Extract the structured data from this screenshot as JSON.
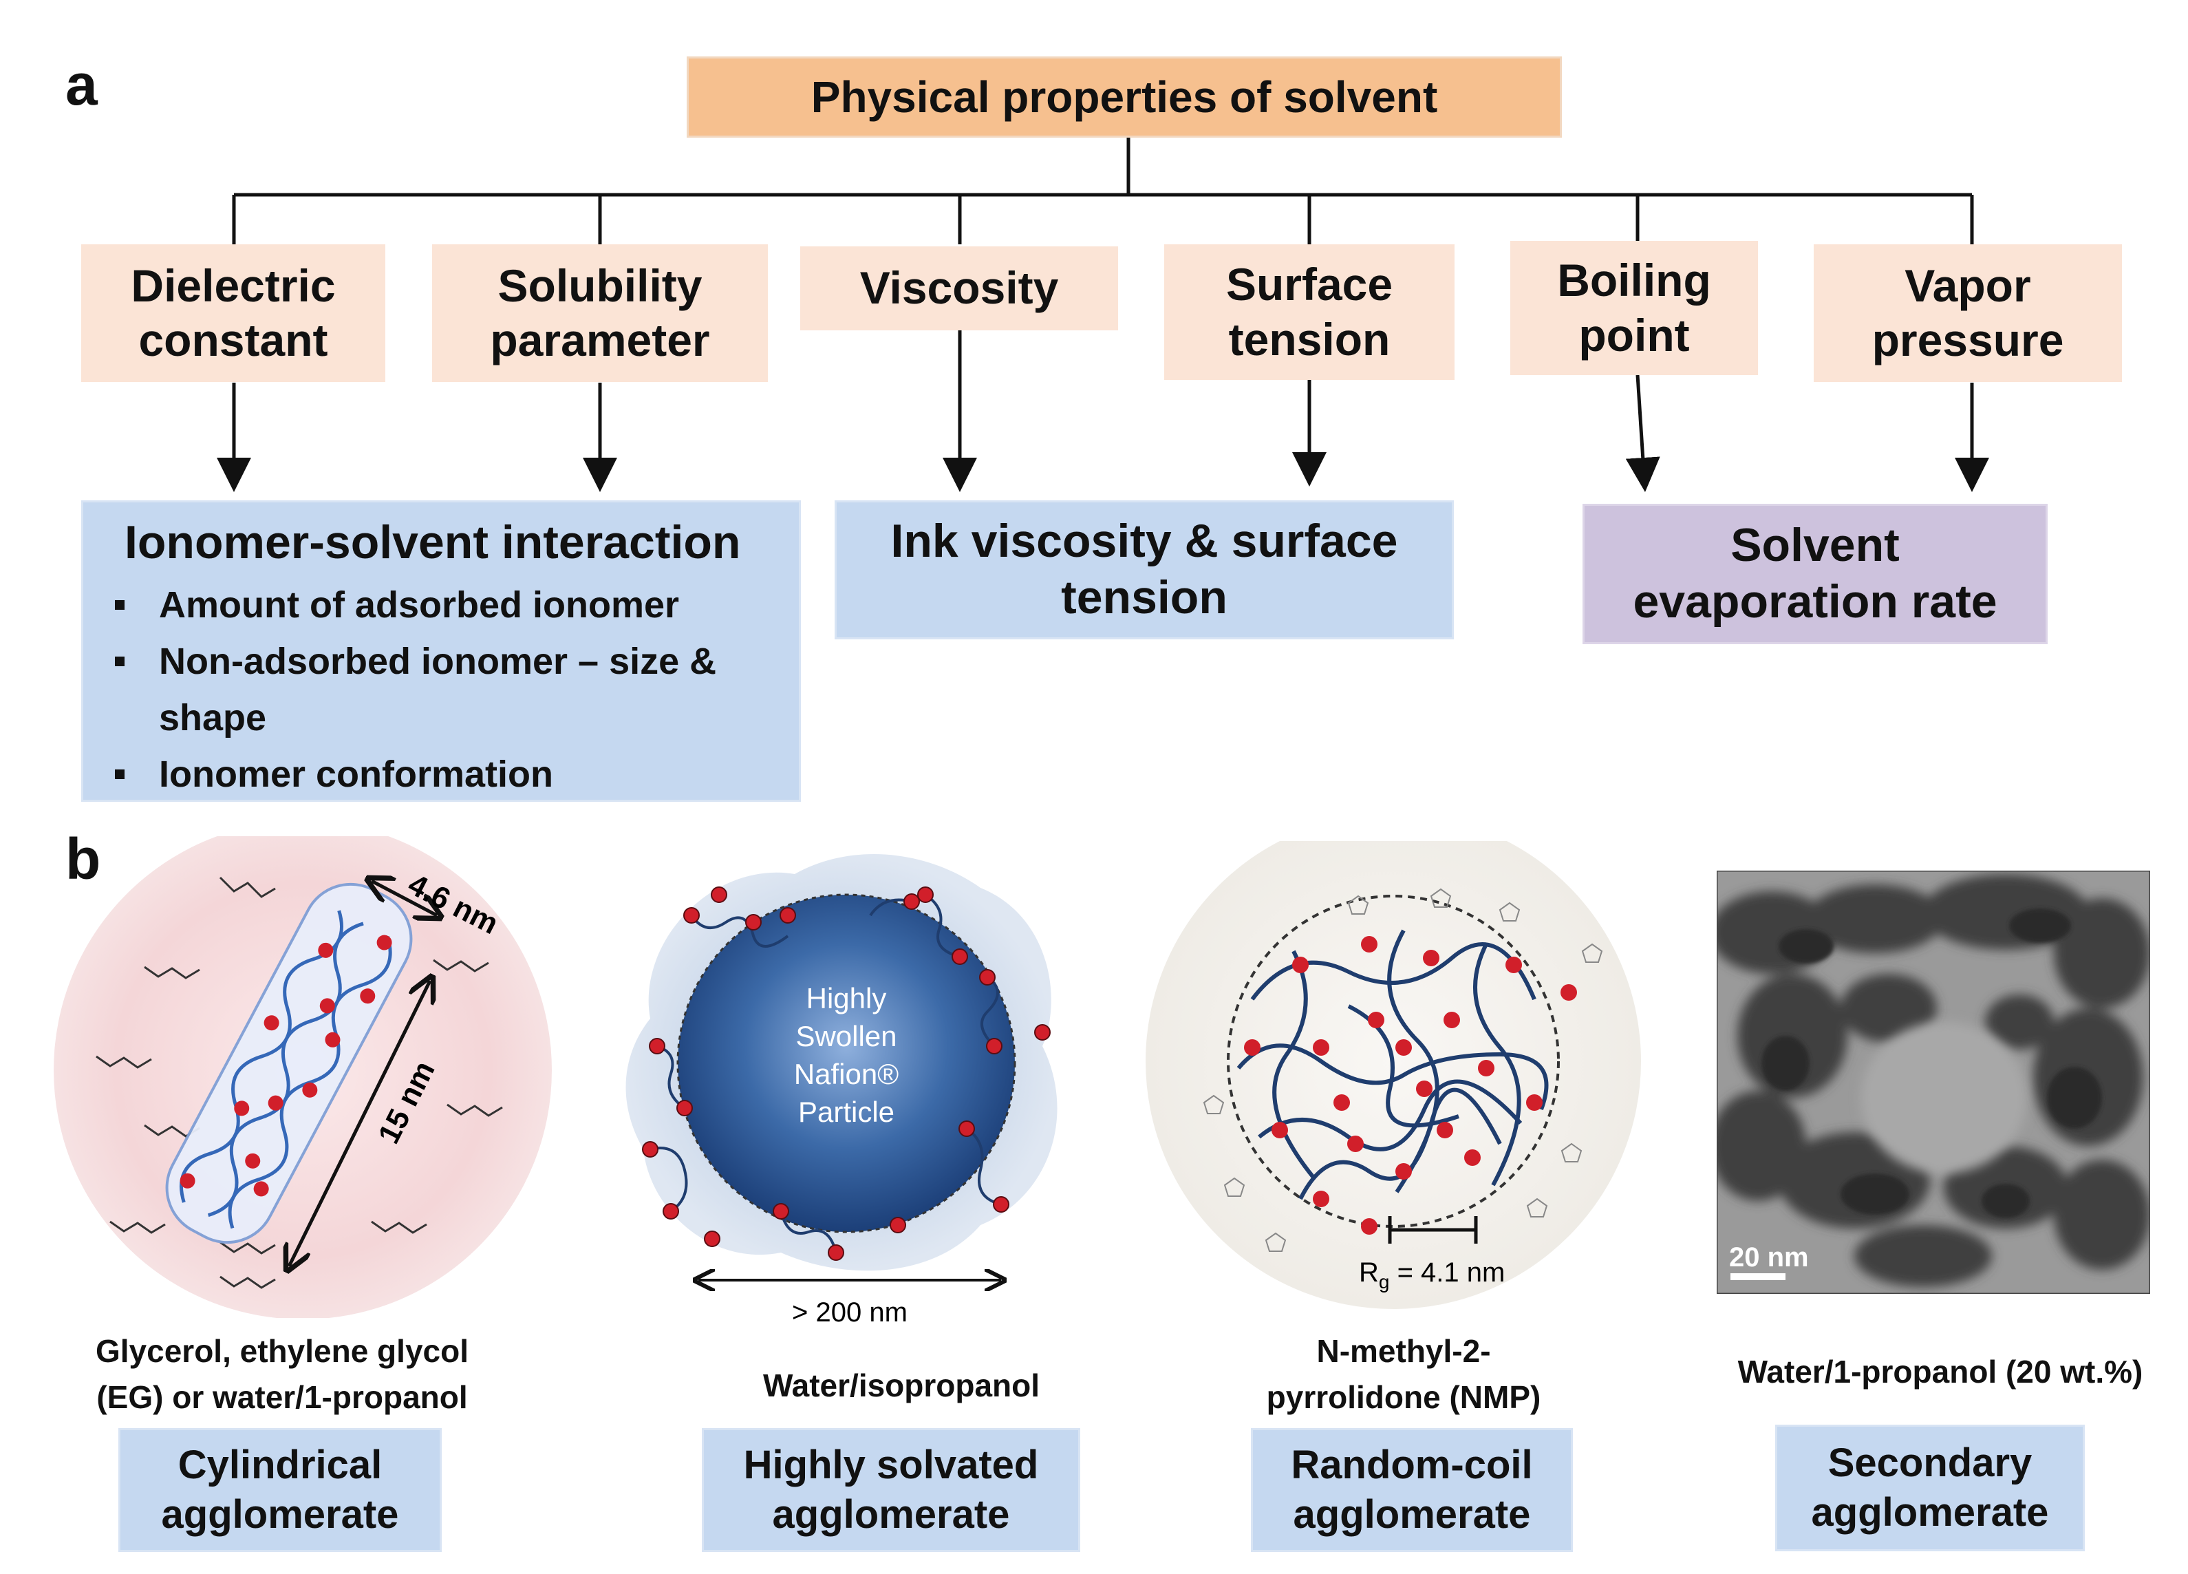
{
  "panel_a": {
    "letter": "a",
    "root": "Physical properties of solvent",
    "properties": [
      "Dielectric\nconstant",
      "Solubility\nparameter",
      "Viscosity",
      "Surface\ntension",
      "Boiling\npoint",
      "Vapor\npressure"
    ],
    "ionomer_box": {
      "title": "Ionomer-solvent interaction",
      "bullets": [
        "Amount of adsorbed ionomer",
        "Non-adsorbed ionomer – size & shape",
        "Ionomer conformation"
      ]
    },
    "ink_box": "Ink viscosity & surface\ntension",
    "evap_box": "Solvent\nevaporation rate"
  },
  "panel_b": {
    "letter": "b",
    "cylindrical": {
      "dim_width": "4.6 nm",
      "dim_length": "15 nm",
      "caption": "Glycerol, ethylene glycol\n(EG) or water/1-propanol",
      "type": "Cylindrical\nagglomerate"
    },
    "solvated": {
      "particle_lines": [
        "Highly",
        "Swollen",
        "Nafion®",
        "Particle"
      ],
      "scale": "> 200 nm",
      "caption": "Water/isopropanol",
      "type": "Highly solvated\nagglomerate"
    },
    "random_coil": {
      "rg_label": "R",
      "rg_sub": "g",
      "rg_value": " = 4.1 nm",
      "caption": "N-methyl-2-\npyrrolidone (NMP)",
      "type": "Random-coil\nagglomerate"
    },
    "secondary": {
      "scale": "20 nm",
      "caption": "Water/1-propanol (20 wt.%)",
      "type": "Secondary\nagglomerate"
    }
  },
  "colors": {
    "root_fill": "#f6c08f",
    "property_fill": "#fbe4d6",
    "blue_fill": "#c5d8f0",
    "purple_fill": "#cdc2dd",
    "ionomer_red": "#d11f2a",
    "chain_blue": "#2c5aa0"
  }
}
